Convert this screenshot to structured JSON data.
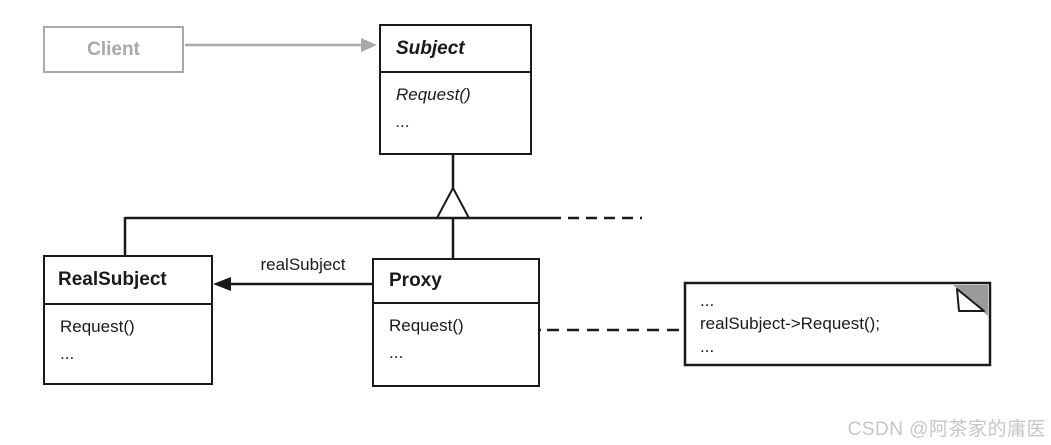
{
  "classes": {
    "client": {
      "name": "Client"
    },
    "subject": {
      "name": "Subject",
      "members": [
        "Request()",
        "..."
      ]
    },
    "real_subject": {
      "name": "RealSubject",
      "members": [
        "Request()",
        "..."
      ]
    },
    "proxy": {
      "name": "Proxy",
      "members": [
        "Request()",
        "..."
      ]
    }
  },
  "edges": {
    "proxy_to_real_subject_label": "realSubject"
  },
  "note": {
    "lines": [
      "...",
      "realSubject-&gt;Request();",
      "..."
    ],
    "line_1": "...",
    "line_2": "realSubject->Request();",
    "line_3": "..."
  },
  "watermark": "CSDN @阿茶家的庸医",
  "colors": {
    "line_black": "#1a1a1a",
    "client_gray": "#a9a9a9",
    "note_fold_gray": "#9a9a9a",
    "watermark_gray": "#c6c6c6"
  }
}
